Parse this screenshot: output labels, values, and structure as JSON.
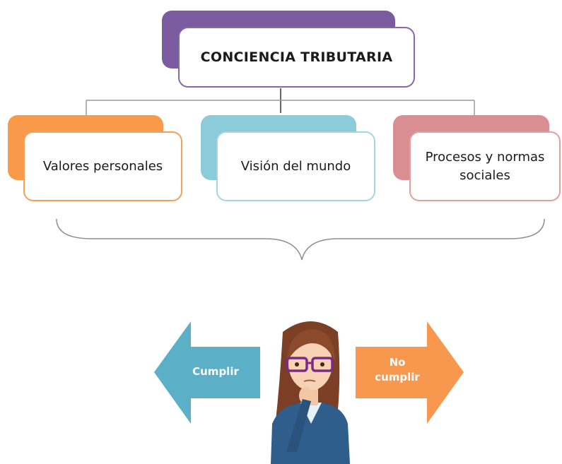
{
  "diagram": {
    "title": "CONCIENCIA TRIBUTARIA",
    "boxes": [
      {
        "label": "Valores personales",
        "color": "#f89a4a",
        "border": "#f5a05a"
      },
      {
        "label": "Visión del mundo",
        "color": "#8ccbd9",
        "border": "#a6d6e3"
      },
      {
        "label": "Procesos y normas sociales",
        "color": "#d98f91",
        "border": "#dfa0a2"
      }
    ],
    "title_colors": {
      "back": "#7a5ba0",
      "border": "#8a66a8"
    },
    "arrows": {
      "left": {
        "label": "Cumplir",
        "color": "#5bb0c8"
      },
      "right": {
        "label": "No\ncumplir",
        "color": "#f7984e"
      }
    }
  }
}
